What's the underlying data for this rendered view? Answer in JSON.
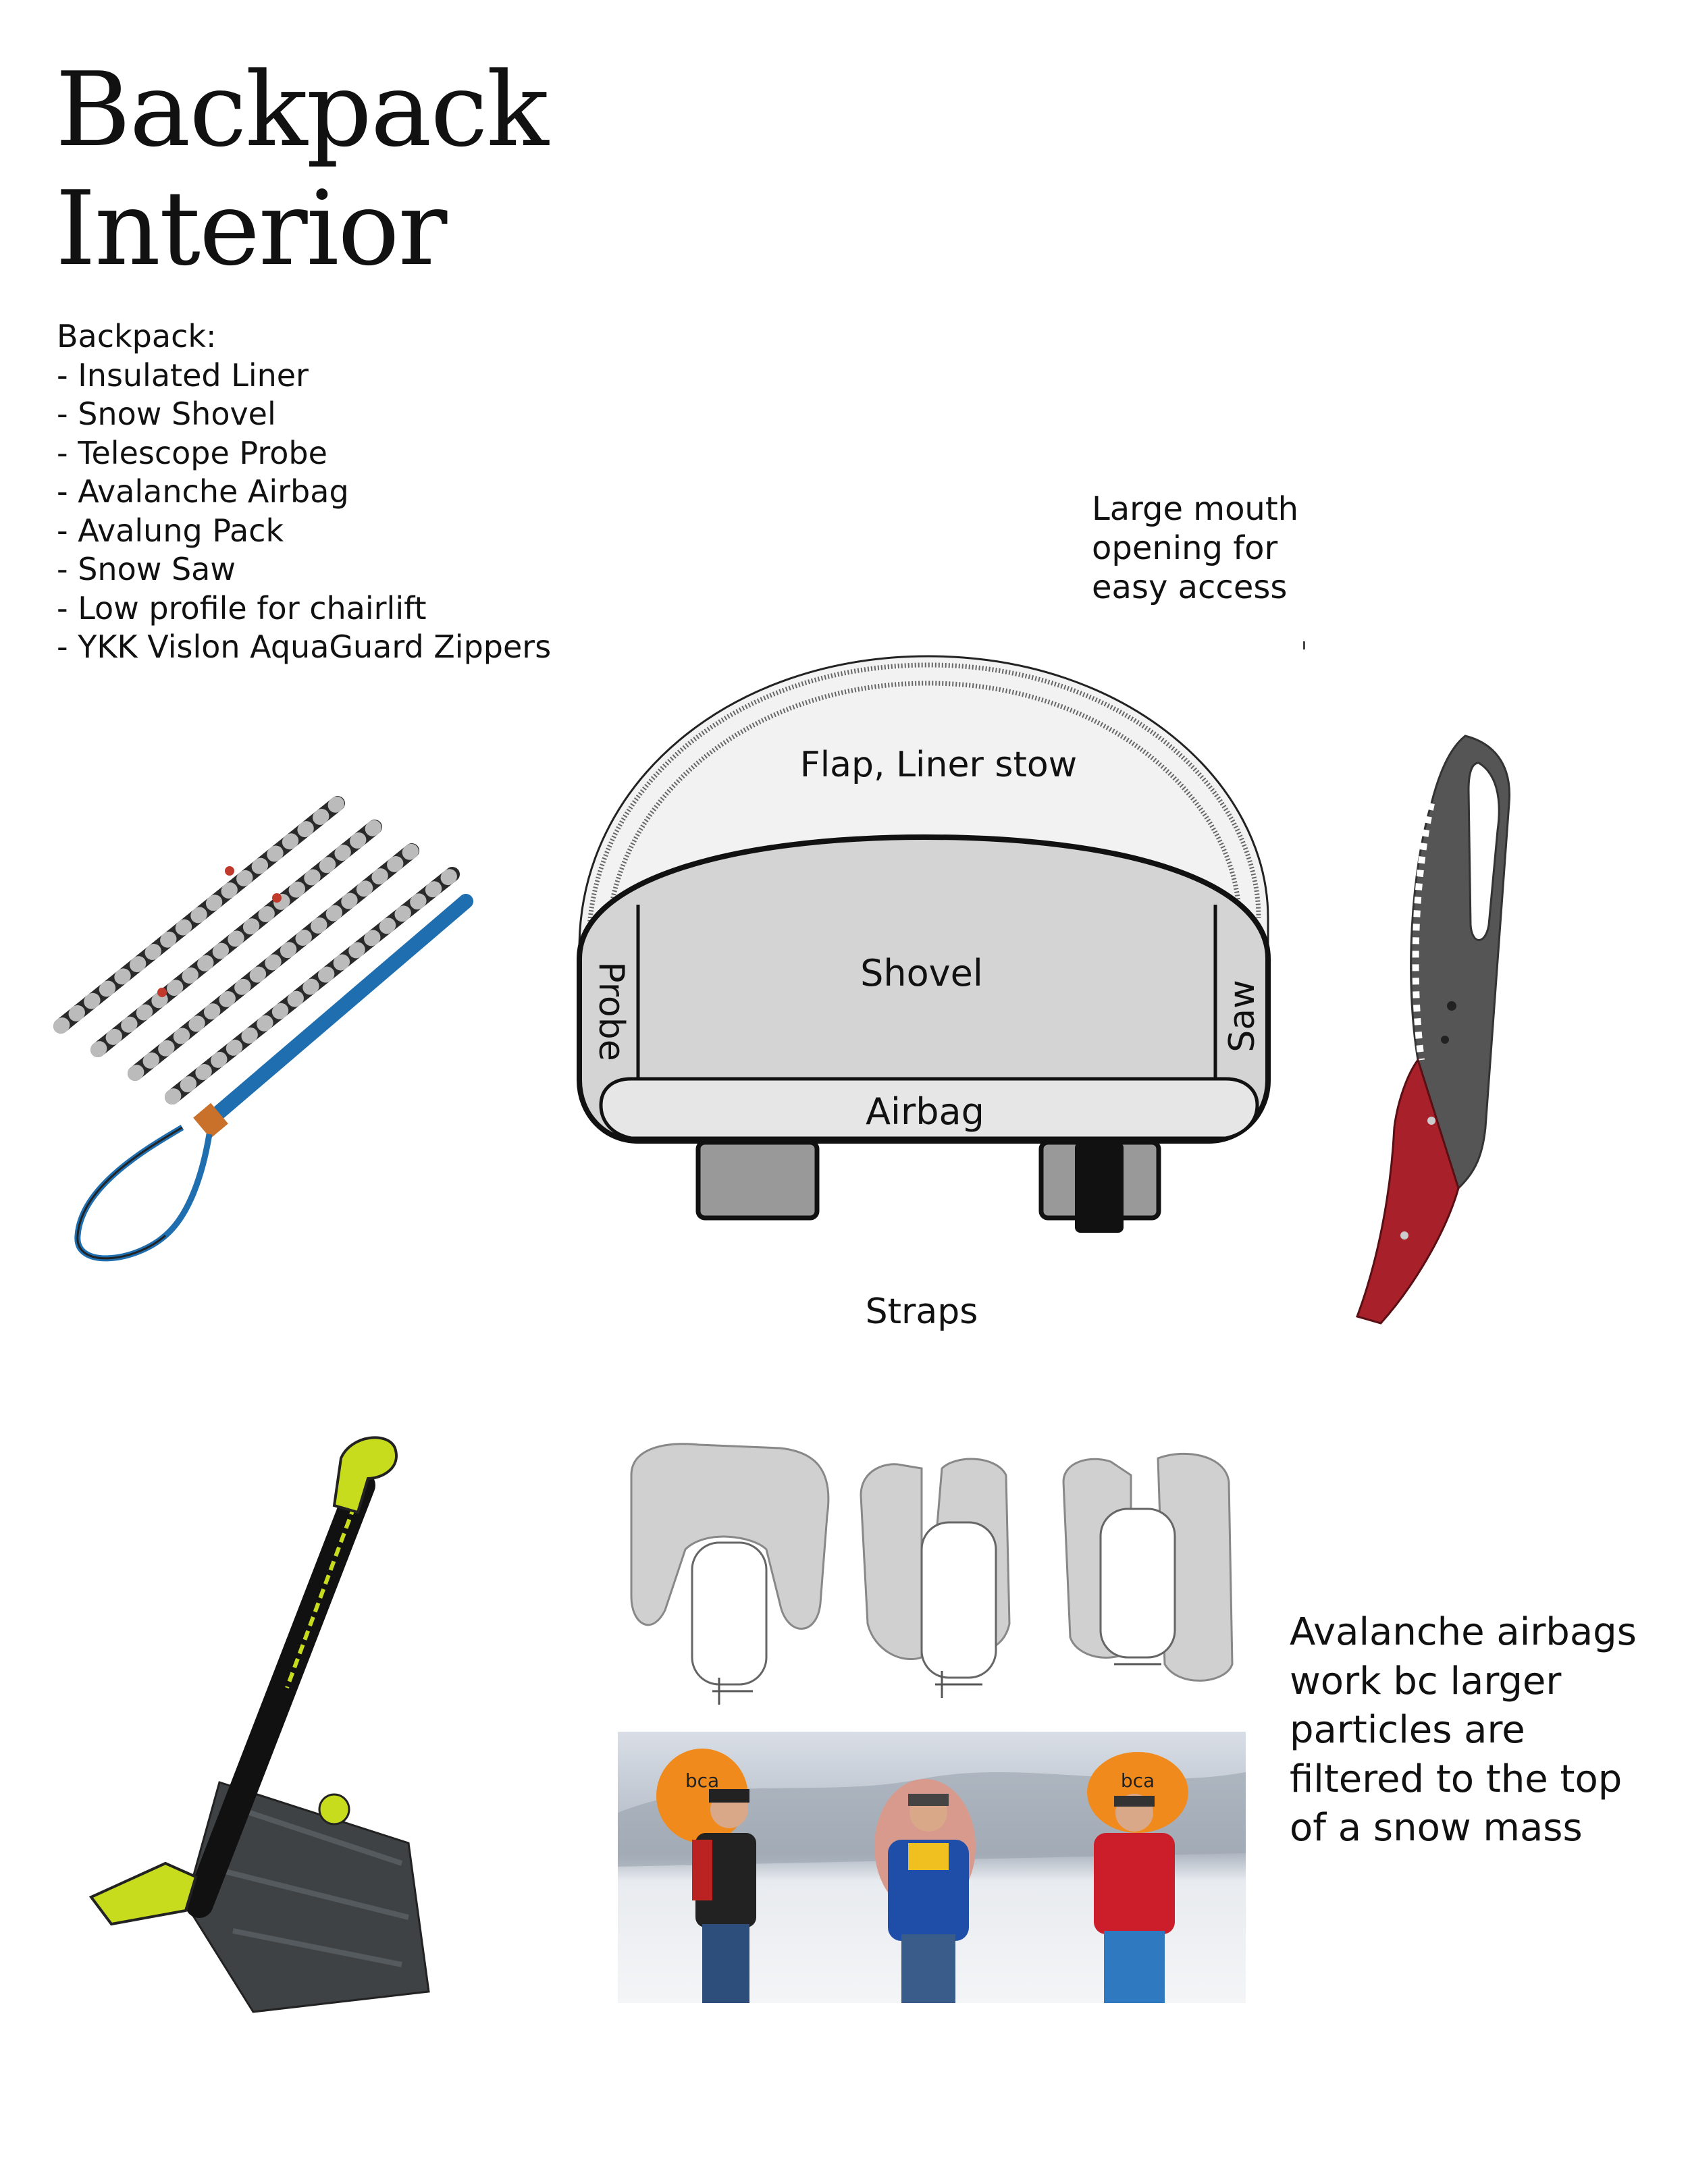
{
  "title": {
    "line1": "Backpack",
    "line2": "Interior"
  },
  "feature_list": {
    "heading": "Backpack:",
    "items": [
      "- Insulated Liner",
      "- Snow Shovel",
      "- Telescope Probe",
      "- Avalanche Airbag",
      "- Avalung Pack",
      "- Snow Saw",
      "- Low profile for chairlift",
      "- YKK Vislon AquaGuard Zippers"
    ]
  },
  "mouth_note": {
    "lines": [
      "Large mouth",
      "opening for",
      "easy access"
    ]
  },
  "diagram": {
    "flap_label": "Flap, Liner stow",
    "shovel_label": "Shovel",
    "probe_label": "Probe",
    "saw_label": "Saw",
    "airbag_label": "Airbag",
    "straps_label": "Straps"
  },
  "airbag_note": {
    "lines": [
      "Avalanche airbags",
      "work bc larger",
      "particles are",
      "filtered to the top",
      "of a snow mass"
    ]
  },
  "photos": {
    "airbag_logo": "bca"
  },
  "colors": {
    "flap_fill": "#f2f2f2",
    "body_fill": "#d4d4d4",
    "airbag_fill": "#e6e6e6",
    "strap_fill": "#999999",
    "shovel_accent": "#c8dc1e",
    "saw_handle": "#a8202a",
    "probe_blue": "#1f6fb0",
    "airbag_orange": "#f08a1c"
  }
}
